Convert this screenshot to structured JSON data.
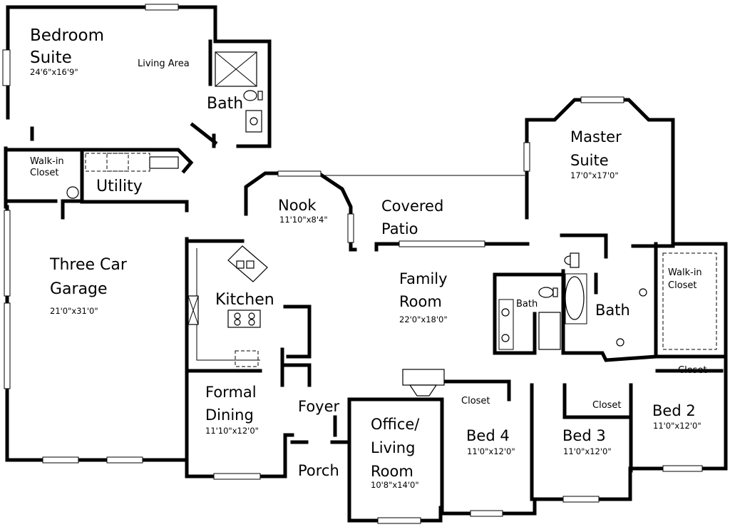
{
  "rooms": {
    "bedroom_suite": {
      "line1": "Bedroom",
      "line2": "Suite",
      "dims": "24'6\"x16'9\""
    },
    "living_area": {
      "label": "Living Area"
    },
    "upper_bath": {
      "label": "Bath"
    },
    "walkin_closet_left": {
      "line1": "Walk-in",
      "line2": "Closet"
    },
    "utility": {
      "label": "Utility"
    },
    "nook": {
      "label": "Nook",
      "dims": "11'10\"x8'4\""
    },
    "covered_patio": {
      "line1": "Covered",
      "line2": "Patio"
    },
    "master_suite": {
      "line1": "Master",
      "line2": "Suite",
      "dims": "17'0\"x17'0\""
    },
    "garage": {
      "line1": "Three Car",
      "line2": "Garage",
      "dims": "21'0\"x31'0\""
    },
    "kitchen": {
      "label": "Kitchen"
    },
    "family_room": {
      "line1": "Family",
      "line2": "Room",
      "dims": "22'0\"x18'0\""
    },
    "hall_bath": {
      "label": "Bath"
    },
    "master_bath": {
      "label": "Bath"
    },
    "master_closet": {
      "line1": "Walk-in",
      "line2": "Closet"
    },
    "formal_dining": {
      "line1": "Formal",
      "line2": "Dining",
      "dims": "11'10\"x12'0\""
    },
    "foyer": {
      "label": "Foyer"
    },
    "porch": {
      "label": "Porch"
    },
    "office": {
      "line1": "Office/",
      "line2": "Living",
      "line3": "Room",
      "dims": "10'8\"x14'0\""
    },
    "bed4": {
      "label": "Bed 4",
      "dims": "11'0\"x12'0\"",
      "closet": "Closet"
    },
    "bed3": {
      "label": "Bed 3",
      "dims": "11'0\"x12'0\"",
      "closet": "Closet"
    },
    "bed2": {
      "label": "Bed 2",
      "dims": "11'0\"x12'0\"",
      "closet": "Closet"
    }
  }
}
